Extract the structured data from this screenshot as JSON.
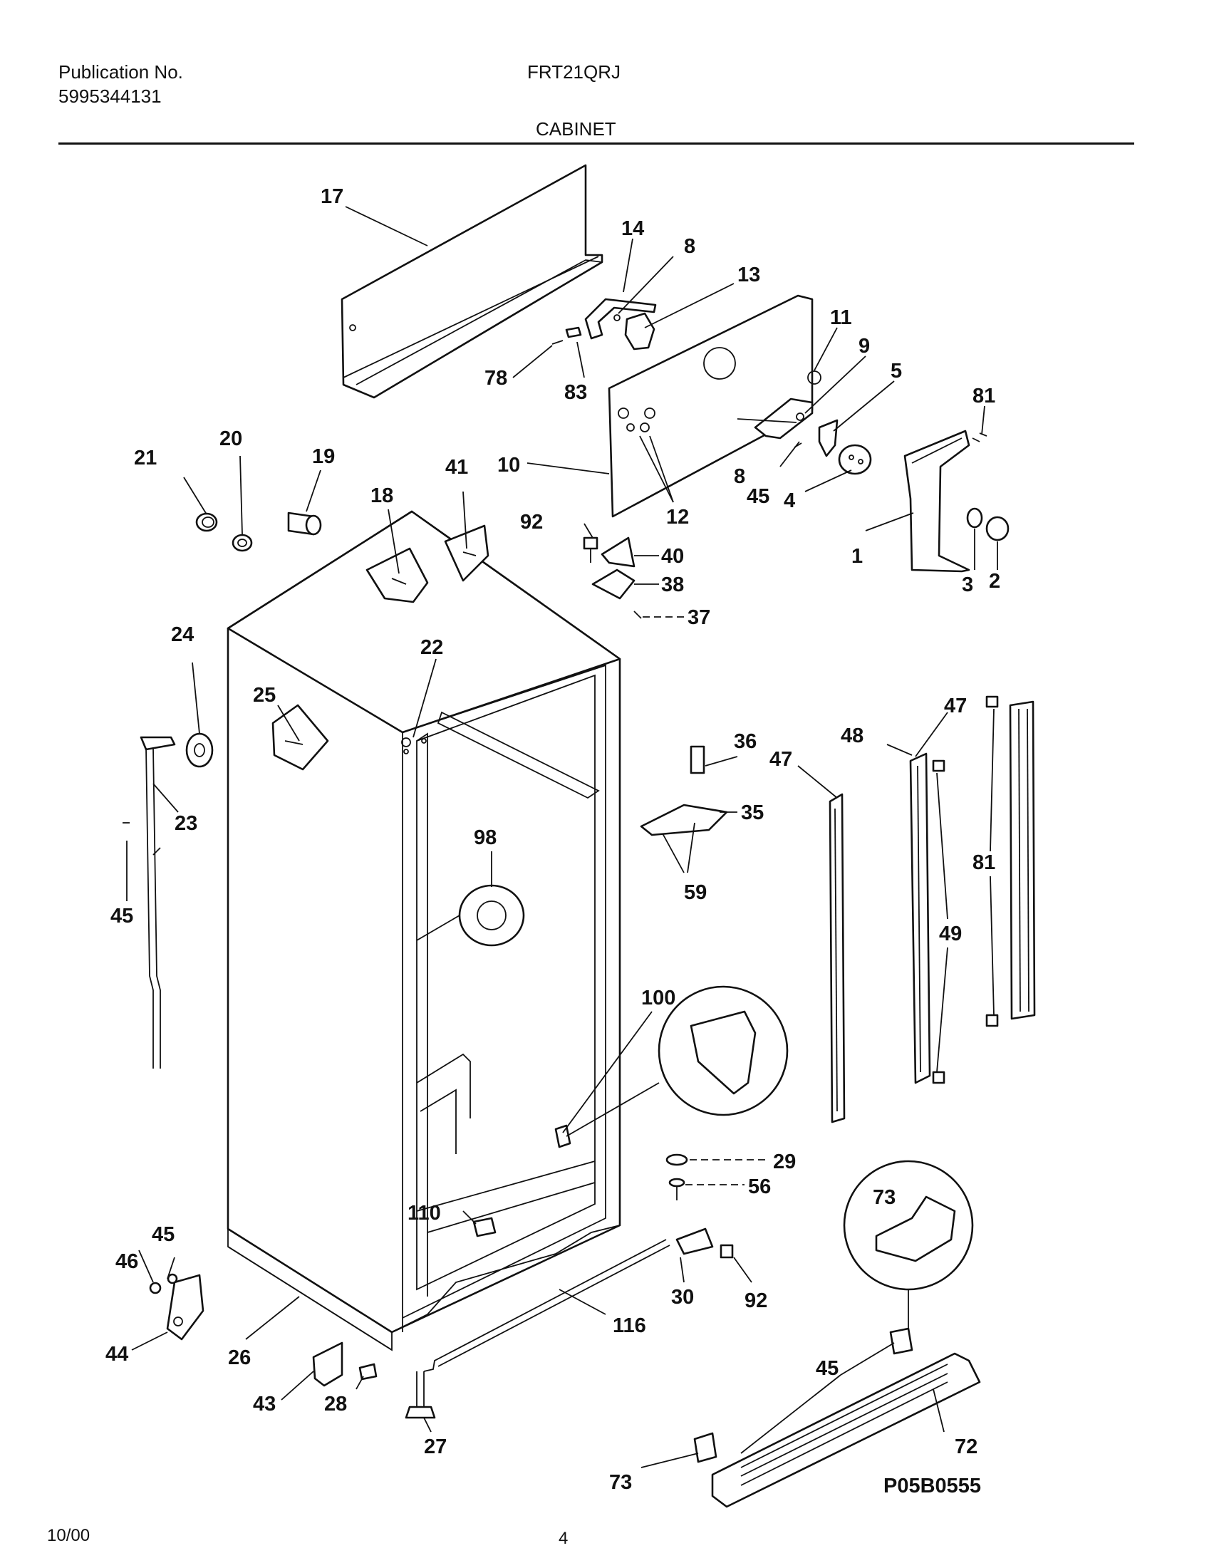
{
  "header": {
    "publication_label": "Publication No.",
    "publication_number": "5995344131",
    "model": "FRT21QRJ",
    "section": "CABINET"
  },
  "footer": {
    "date": "10/00",
    "page": "4",
    "drawing_code": "P05B0555"
  },
  "callouts": {
    "c1": "1",
    "c2": "2",
    "c3": "3",
    "c4": "4",
    "c5": "5",
    "c8a": "8",
    "c8b": "8",
    "c9": "9",
    "c10": "10",
    "c11": "11",
    "c12": "12",
    "c13": "13",
    "c14": "14",
    "c17": "17",
    "c18": "18",
    "c19": "19",
    "c20": "20",
    "c21": "21",
    "c22": "22",
    "c23": "23",
    "c24": "24",
    "c25": "25",
    "c26": "26",
    "c27": "27",
    "c28": "28",
    "c29": "29",
    "c30": "30",
    "c35": "35",
    "c36": "36",
    "c37": "37",
    "c38": "38",
    "c40": "40",
    "c41": "41",
    "c43": "43",
    "c44": "44",
    "c45a": "45",
    "c45b": "45",
    "c45c": "45",
    "c45d": "45",
    "c46": "46",
    "c47a": "47",
    "c47b": "47",
    "c48": "48",
    "c49": "49",
    "c56": "56",
    "c59": "59",
    "c72": "72",
    "c73a": "73",
    "c73b": "73",
    "c78": "78",
    "c81a": "81",
    "c81b": "81",
    "c83": "83",
    "c92a": "92",
    "c92b": "92",
    "c98": "98",
    "c100": "100",
    "c110": "110",
    "c116": "116"
  }
}
